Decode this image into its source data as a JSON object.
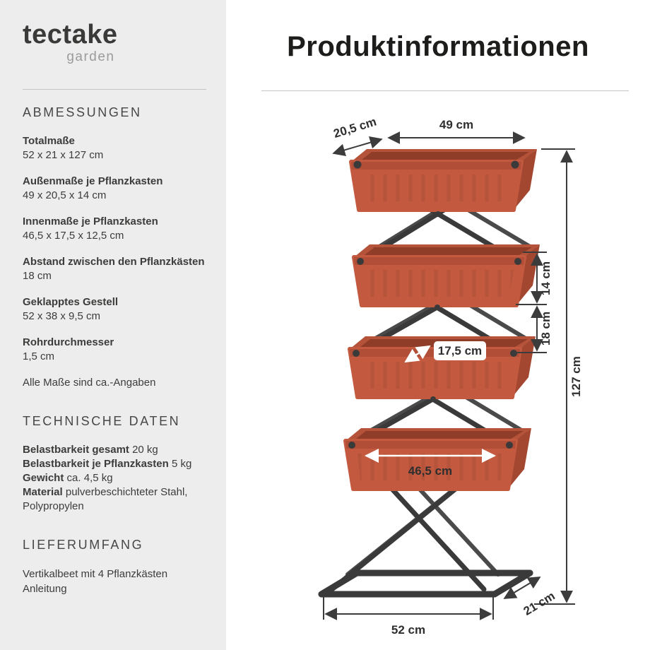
{
  "brand": {
    "name": "tectake",
    "sub": "garden"
  },
  "header": {
    "title": "Produktinformationen"
  },
  "sidebar": {
    "abmessungen": {
      "heading": "ABMESSUNGEN",
      "items": [
        {
          "label": "Totalmaße",
          "value": "52 x 21 x 127 cm"
        },
        {
          "label": "Außenmaße je Pflanzkasten",
          "value": "49 x 20,5 x 14 cm"
        },
        {
          "label": "Innenmaße je Pflanzkasten",
          "value": "46,5 x 17,5 x 12,5 cm"
        },
        {
          "label": "Abstand zwischen den Pflanzkästen",
          "value": "18 cm"
        },
        {
          "label": "Geklapptes Gestell",
          "value": "52 x 38 x 9,5 cm"
        },
        {
          "label": "Rohrdurchmesser",
          "value": "1,5 cm"
        }
      ],
      "note": "Alle Maße sind ca.-Angaben"
    },
    "technische_daten": {
      "heading": "TECHNISCHE DATEN",
      "items": [
        {
          "label": "Belastbarkeit gesamt",
          "value": "20 kg"
        },
        {
          "label": "Belastbarkeit je Pflanzkasten",
          "value": "5 kg"
        },
        {
          "label": "Gewicht",
          "value": "ca. 4,5 kg"
        },
        {
          "label": "Material",
          "value": "pulverbeschichteter Stahl, Polypropylen"
        }
      ]
    },
    "lieferumfang": {
      "heading": "LIEFERUMFANG",
      "items": [
        "Vertikalbeet mit 4 Pflanzkästen",
        "Anleitung"
      ]
    }
  },
  "diagram": {
    "dims": {
      "top_depth": "20,5 cm",
      "top_width": "49 cm",
      "box_height": "14 cm",
      "gap": "18 cm",
      "total_height": "127 cm",
      "inner_depth": "17,5 cm",
      "inner_width": "46,5 cm",
      "base_width": "52 cm",
      "base_depth": "21 cm"
    },
    "colors": {
      "planter": "#c35a40",
      "planter_lip": "#b04e37",
      "planter_rim": "#b5523a",
      "planter_cavity": "#8f3c28",
      "planter_side": "#a44731",
      "frame": "#3a3a3a",
      "dimension": "#3c3c3c",
      "sidebar_bg": "#ededed"
    }
  }
}
